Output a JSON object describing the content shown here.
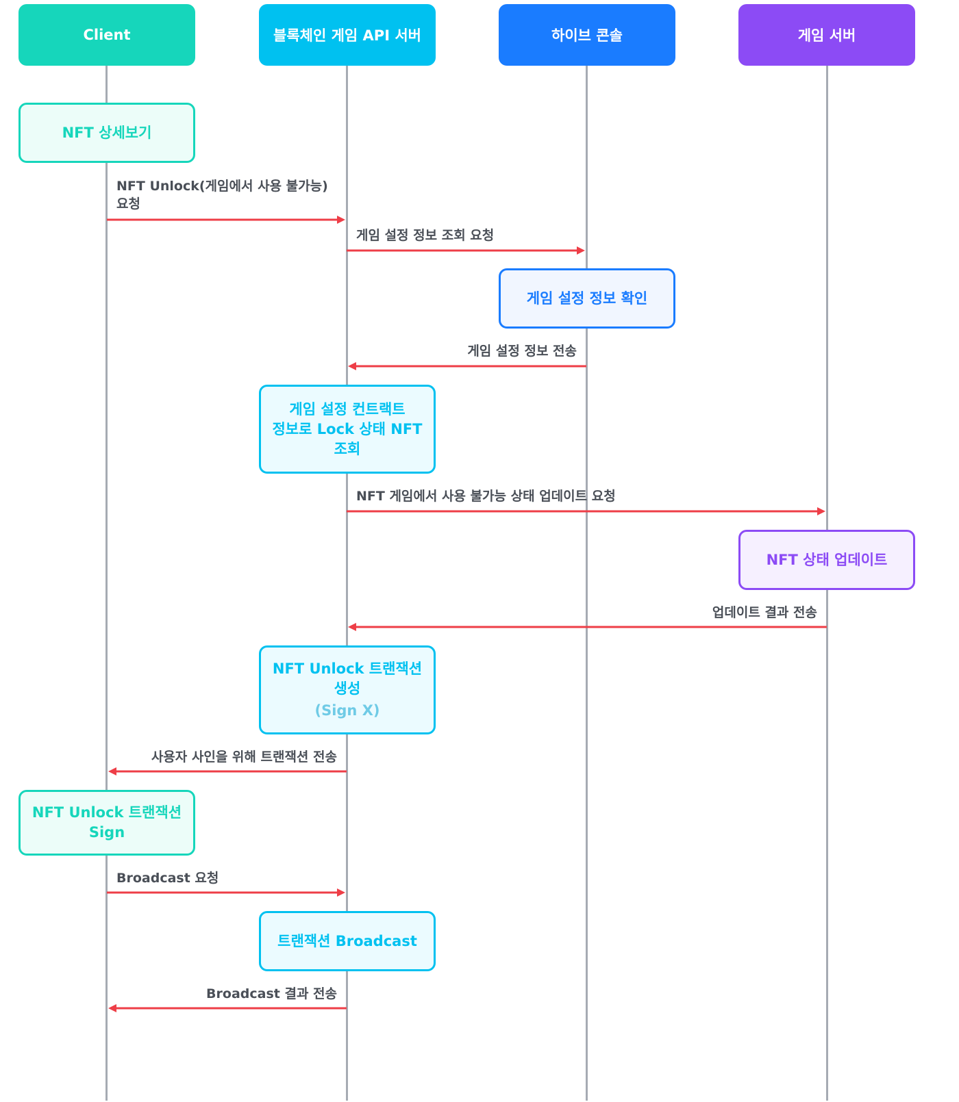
{
  "colors": {
    "client": "#16d6bb",
    "api": "#00c1f0",
    "hive": "#1a7cff",
    "game": "#8c4bf5",
    "arrow": "#ee3e47",
    "lifeline": "#a6abb3",
    "label": "#4a4f57",
    "sign_x": "#6fcbe6"
  },
  "actors": [
    {
      "key": "client",
      "label": "Client"
    },
    {
      "key": "api",
      "label": "블록체인 게임 API 서버"
    },
    {
      "key": "hive",
      "label": "하이브 콘솔"
    },
    {
      "key": "game",
      "label": "게임 서버"
    }
  ],
  "steps": {
    "nft_detail": "NFT 상세보기",
    "msg_unlock_request_line1": "NFT Unlock(게임에서 사용 불가능)",
    "msg_unlock_request_line2": "요청",
    "msg_game_config_request": "게임 설정 정보 조회 요청",
    "check_game_config": "게임 설정 정보 확인",
    "msg_game_config_send": "게임 설정 정보 전송",
    "query_lock_nft_line1": "게임 설정 컨트랙트",
    "query_lock_nft_line2": "정보로 Lock 상태 NFT",
    "query_lock_nft_line3": "조회",
    "msg_update_request": "NFT 게임에서 사용 불가능 상태 업데이트 요청",
    "nft_state_update": "NFT 상태 업데이트",
    "msg_update_result": "업데이트 결과 전송",
    "create_tx_line1": "NFT Unlock 트랜잭션",
    "create_tx_line2": "생성",
    "create_tx_note": "(Sign X)",
    "msg_send_tx_for_sign": "사용자 사인을 위해 트랜잭션 전송",
    "sign_tx_line1": "NFT Unlock 트랜잭션",
    "sign_tx_line2": "Sign",
    "msg_broadcast_request": "Broadcast 요청",
    "tx_broadcast": "트랜잭션 Broadcast",
    "msg_broadcast_result": "Broadcast 결과 전송"
  },
  "messages": [
    {
      "from": "client",
      "to": "api"
    },
    {
      "from": "api",
      "to": "hive"
    },
    {
      "from": "hive",
      "to": "api"
    },
    {
      "from": "api",
      "to": "game"
    },
    {
      "from": "game",
      "to": "api"
    },
    {
      "from": "api",
      "to": "client"
    },
    {
      "from": "client",
      "to": "api"
    },
    {
      "from": "api",
      "to": "client"
    }
  ]
}
